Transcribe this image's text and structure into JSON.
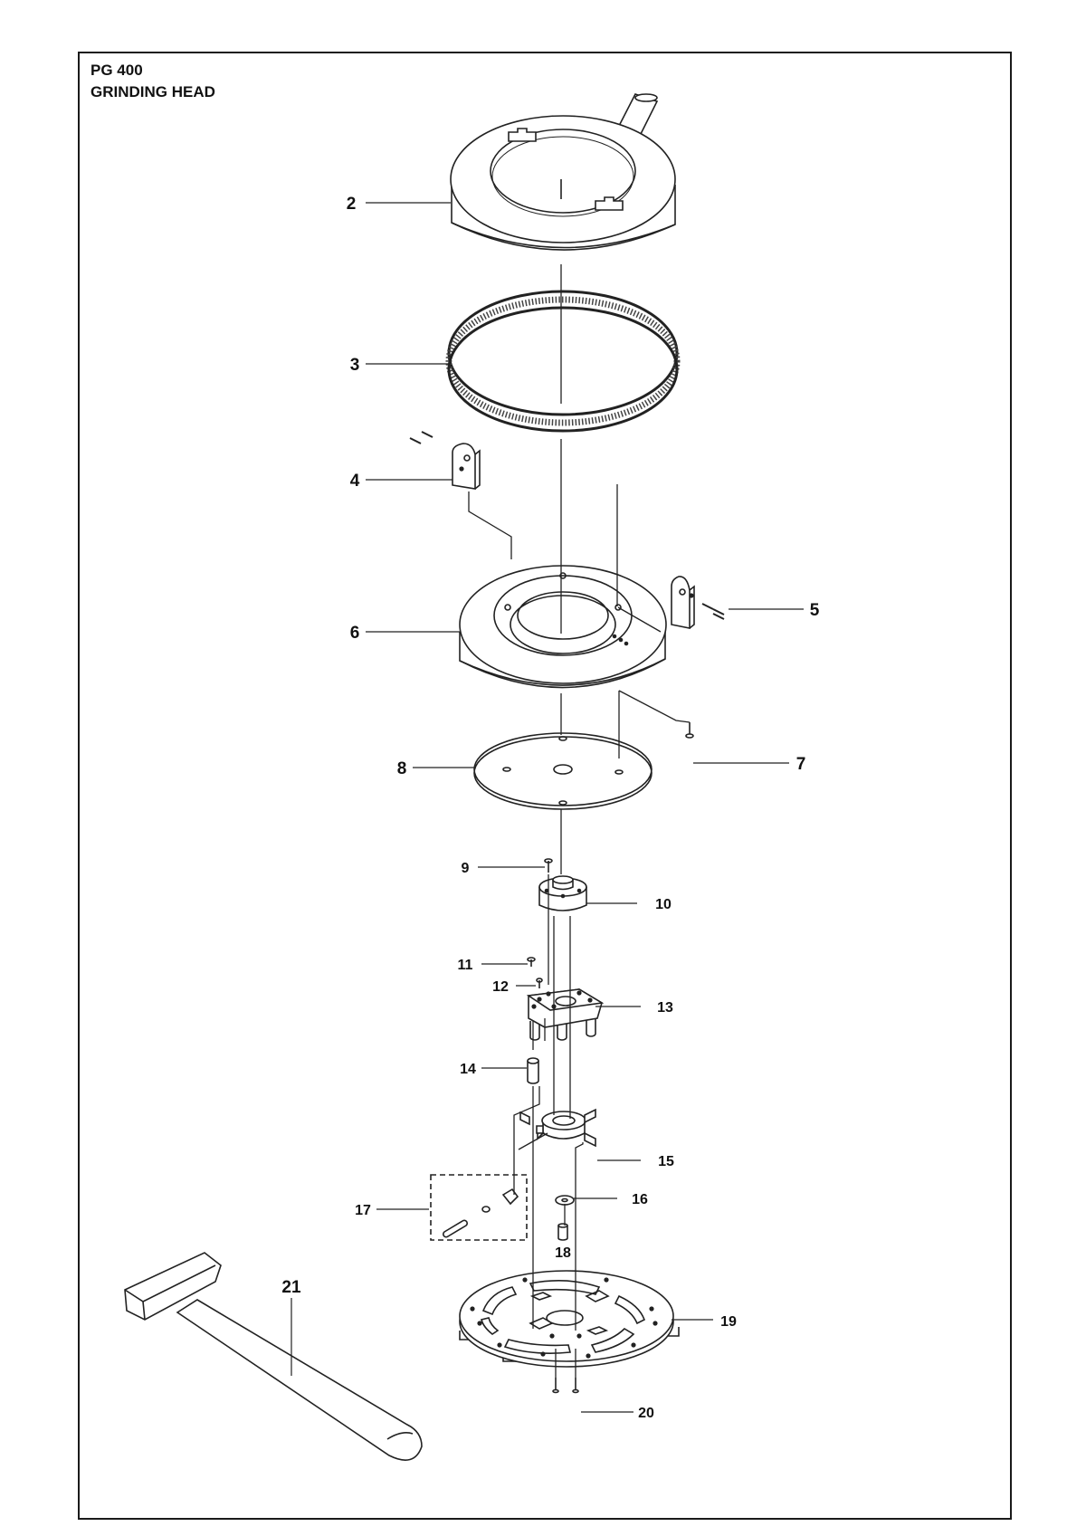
{
  "header": {
    "model": "PG 400",
    "section": "GRINDING HEAD"
  },
  "parts": [
    {
      "ref": "2"
    },
    {
      "ref": "3"
    },
    {
      "ref": "4"
    },
    {
      "ref": "5"
    },
    {
      "ref": "6"
    },
    {
      "ref": "7"
    },
    {
      "ref": "8"
    },
    {
      "ref": "9"
    },
    {
      "ref": "10"
    },
    {
      "ref": "11"
    },
    {
      "ref": "12"
    },
    {
      "ref": "13"
    },
    {
      "ref": "14"
    },
    {
      "ref": "15"
    },
    {
      "ref": "16"
    },
    {
      "ref": "17"
    },
    {
      "ref": "18"
    },
    {
      "ref": "19"
    },
    {
      "ref": "20"
    },
    {
      "ref": "21"
    }
  ]
}
